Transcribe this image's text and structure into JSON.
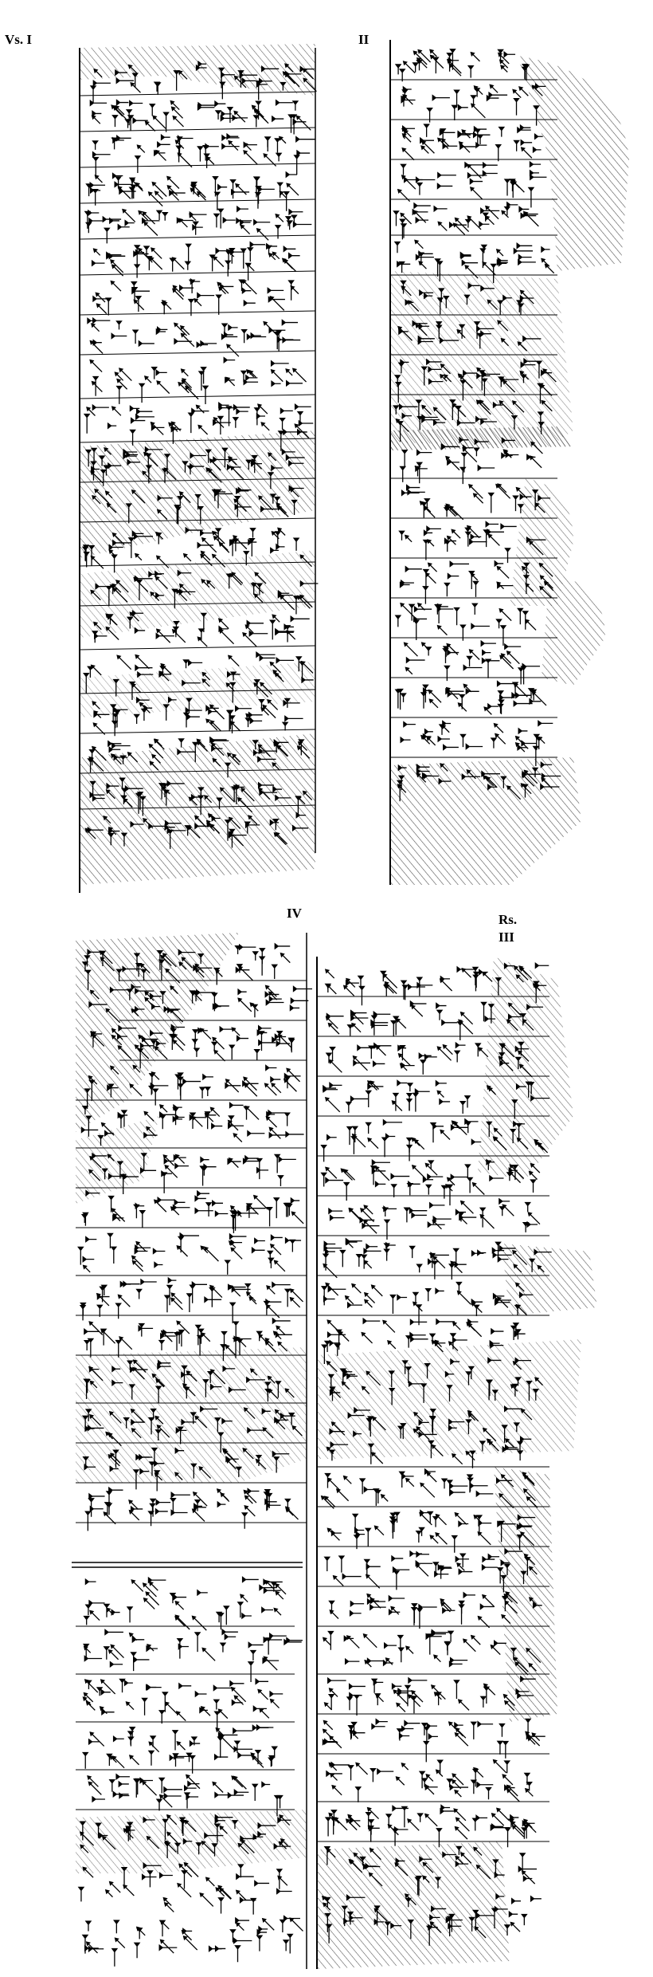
{
  "labels": {
    "obverse_col1": "Vs. I",
    "obverse_col2": "II",
    "reverse_col4": "IV",
    "reverse_side": "Rs.",
    "reverse_col3": "III"
  }
}
